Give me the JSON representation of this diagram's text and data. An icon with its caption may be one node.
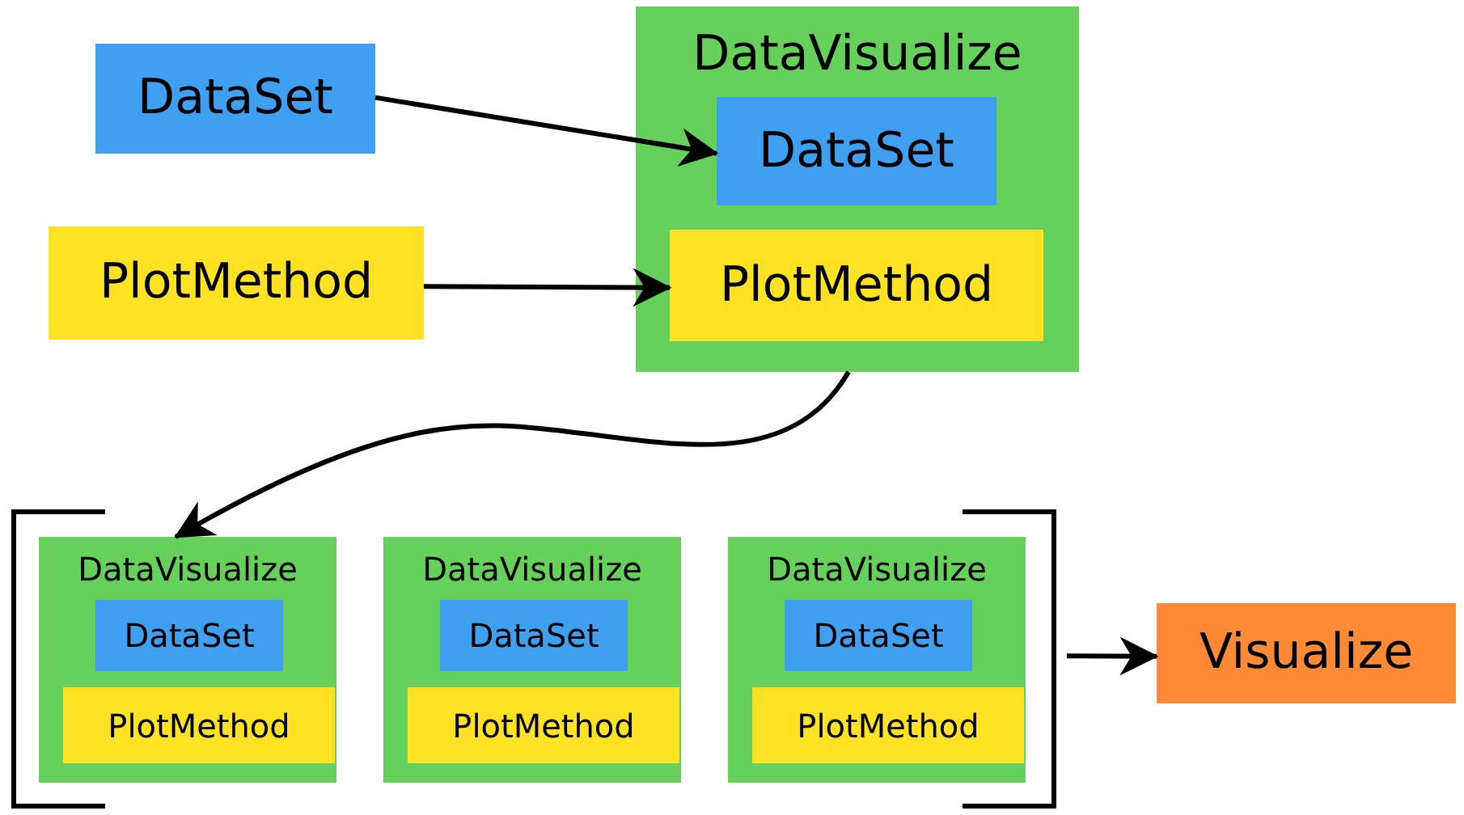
{
  "diagram": {
    "nodes": [
      {
        "text": [
          "DataSet"
        ]
      },
      {
        "text": [
          "PlotMethod"
        ]
      },
      {
        "text": [
          "DataVisualize"
        ]
      },
      {
        "text": [
          "DataSet"
        ],
        "in": 2
      },
      {
        "text": [
          "PlotMethod"
        ],
        "in": 2
      },
      {
        "text": [],
        "shape": "bracket"
      },
      {
        "text": [
          "DataVisualize"
        ],
        "in": 5
      },
      {
        "text": [
          "DataSet"
        ],
        "in": 6
      },
      {
        "text": [
          "PlotMethod"
        ],
        "in": 6
      },
      {
        "text": [
          "DataVisualize"
        ],
        "in": 5
      },
      {
        "text": [
          "DataSet"
        ],
        "in": 9
      },
      {
        "text": [
          "PlotMethod"
        ],
        "in": 9
      },
      {
        "text": [
          "DataVisualize"
        ],
        "in": 5
      },
      {
        "text": [
          "DataSet"
        ],
        "in": 12
      },
      {
        "text": [
          "PlotMethod"
        ],
        "in": 12
      },
      {
        "text": [
          "Visualize"
        ]
      }
    ],
    "edges": [
      {
        "from": 0,
        "to": 3,
        "arrow": "to"
      },
      {
        "from": 1,
        "to": 4,
        "arrow": "to"
      },
      {
        "from": 2,
        "to": 6,
        "arrow": "to"
      },
      {
        "from": 5,
        "to": 15,
        "arrow": "to"
      }
    ]
  }
}
